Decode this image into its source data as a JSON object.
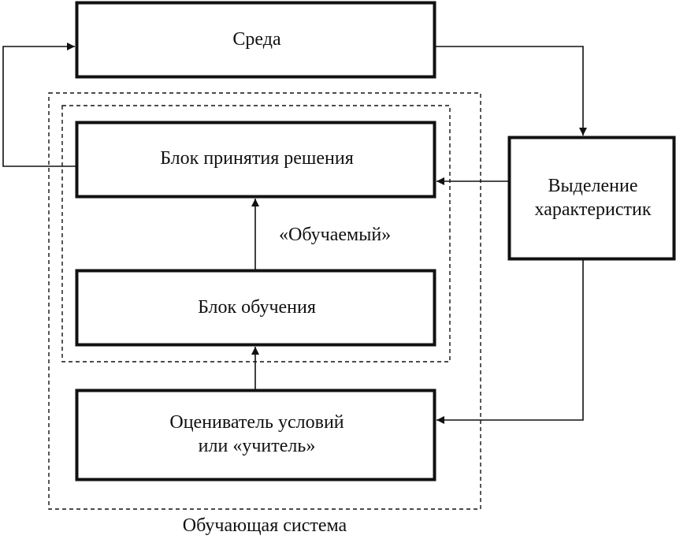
{
  "colors": {
    "ink": "#111111",
    "background": "#ffffff"
  },
  "blocks": {
    "environment": "Среда",
    "decision": "Блок принятия решения",
    "learning": "Блок обучения",
    "evaluator": {
      "line1": "Оцениватель условий",
      "line2": "или «учитель»"
    },
    "features": {
      "line1": "Выделение",
      "line2": "характеристик"
    }
  },
  "groups": {
    "learner": "«Обучаемый»",
    "system": "Обучающая система"
  }
}
